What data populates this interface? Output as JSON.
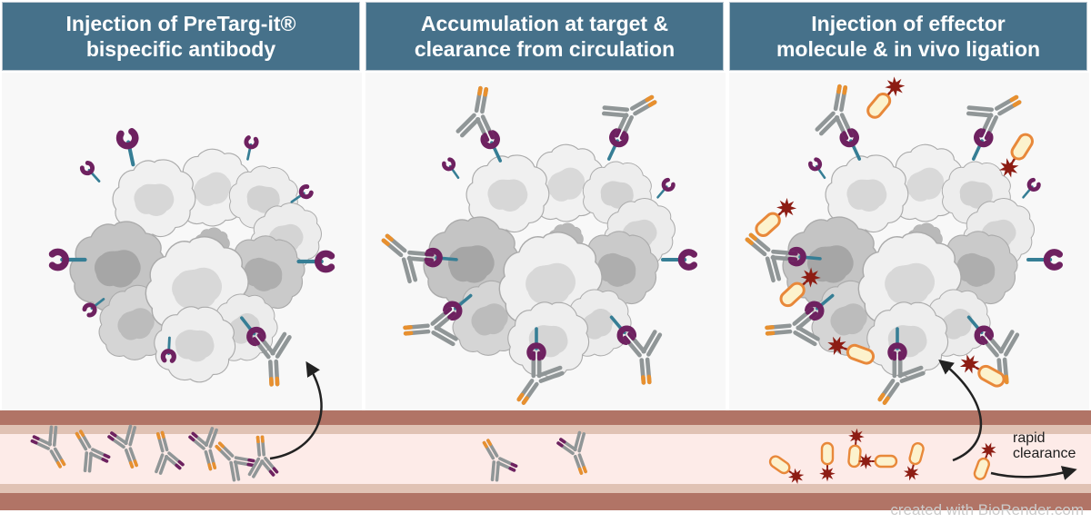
{
  "panels": [
    {
      "title_line1": "Injection of PreTarg-it®",
      "title_line2": "bispecific antibody"
    },
    {
      "title_line1": "Accumulation at target &",
      "title_line2": "clearance from circulation"
    },
    {
      "title_line1": "Injection of effector",
      "title_line2": "molecule & in vivo ligation"
    }
  ],
  "annotations": {
    "rapid_clearance_line1": "rapid",
    "rapid_clearance_line2": "clearance"
  },
  "credit": "created with BioRender.com",
  "colors": {
    "header_bg": "#46718a",
    "header_text": "#ffffff",
    "panel_bg": "#f8f8f8",
    "page_bg": "#ffffff",
    "vessel_wall": "#b17466",
    "vessel_wall_inner": "#e0c2b4",
    "vessel_lumen": "#fdebe8",
    "antibody_gray": "#909697",
    "antibody_tip_orange": "#e8902f",
    "antibody_tip_purple": "#6e2160",
    "receptor_crescent": "#6e2160",
    "receptor_stem": "#367e95",
    "effector_fill": "#fcf2cd",
    "effector_outline": "#e8883a",
    "radiolabel_star": "#8d1d14",
    "arrow": "#222222",
    "credit_text": "#cbcbcb",
    "rapid_clearance_text": "#1c1c1c"
  },
  "icons": {
    "tumor-cell-cluster": "overlapping gray blob cells with darker nuclei",
    "antigen-receptor-icon": "dark purple crescent on teal stem",
    "bispecific-antibody-icon": "gray Y shape, one arm purple-tipped, one end orange-tipped",
    "effector-molecule-icon": "cream pill with orange outline",
    "radiolabel-star-icon": "dark red 8-point star",
    "flow-arrow": "curved black arrow"
  }
}
